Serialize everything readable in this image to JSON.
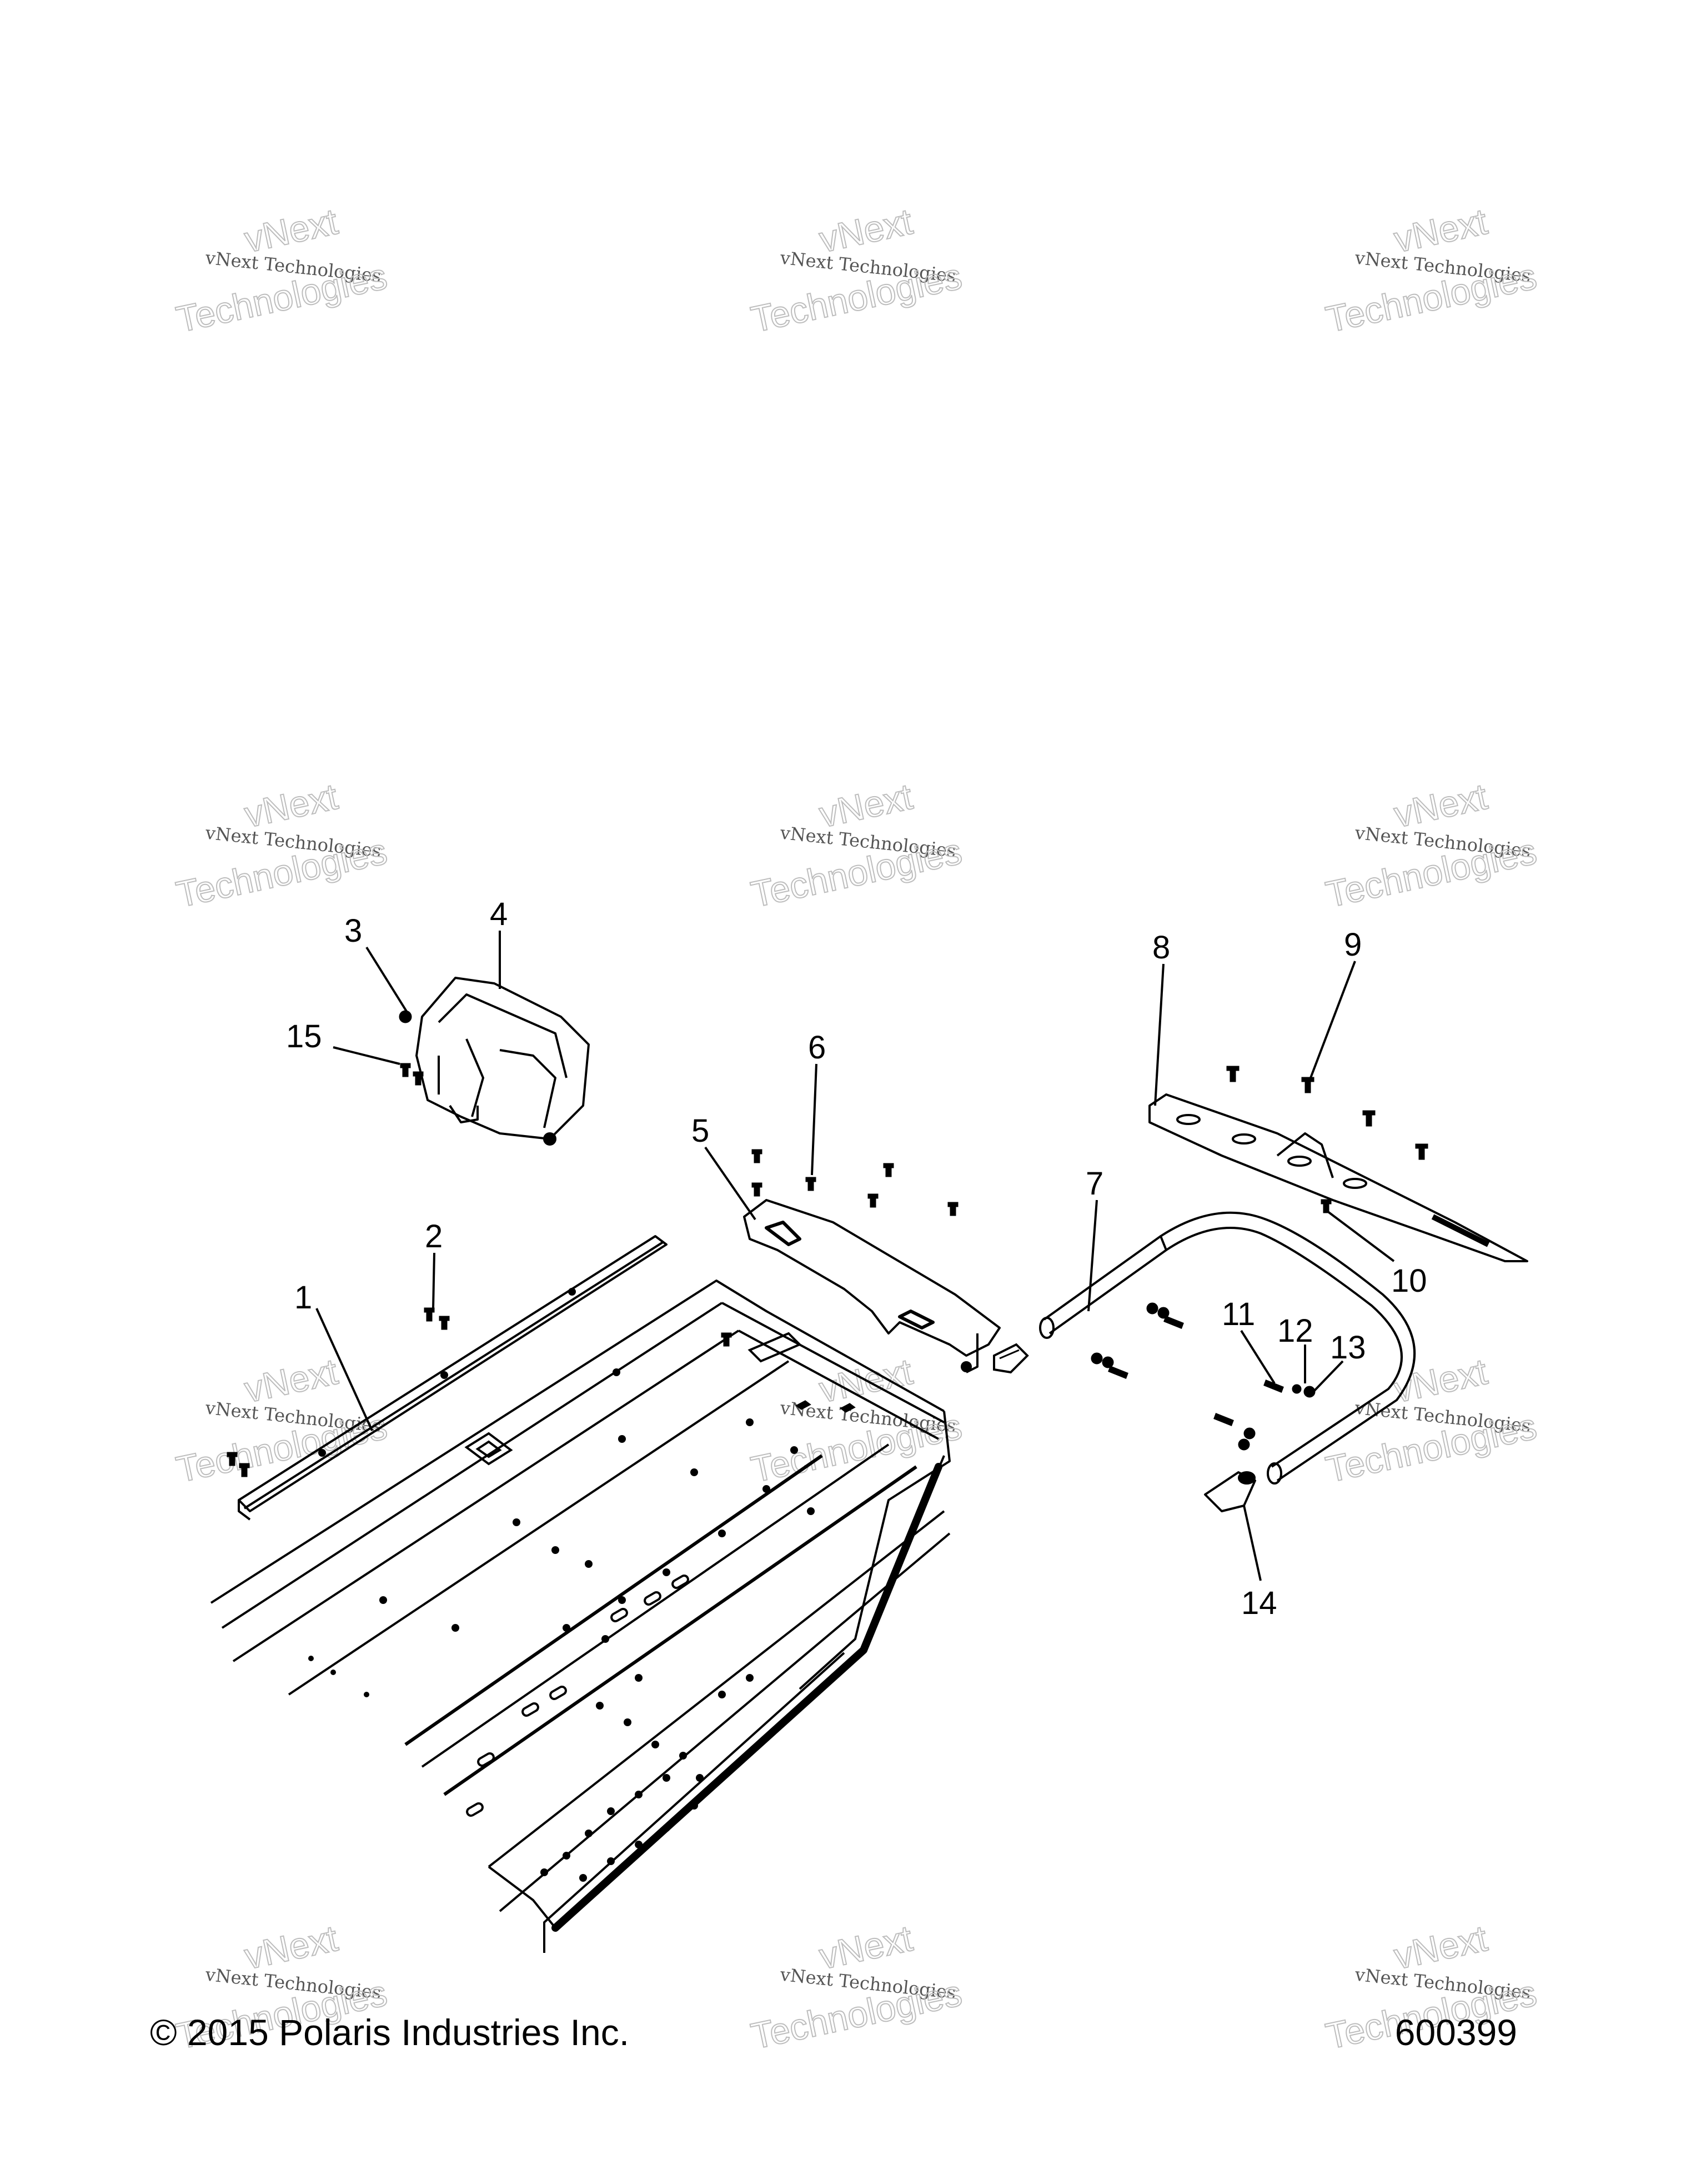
{
  "watermark": {
    "line1": "vNext Technologies",
    "line2": "vNext",
    "line3": "Technologies"
  },
  "callouts": [
    "1",
    "2",
    "3",
    "4",
    "5",
    "6",
    "7",
    "8",
    "9",
    "10",
    "11",
    "12",
    "13",
    "14",
    "15"
  ],
  "footer": {
    "copyright": "© 2015 Polaris Industries Inc.",
    "figure_number": "600399"
  }
}
